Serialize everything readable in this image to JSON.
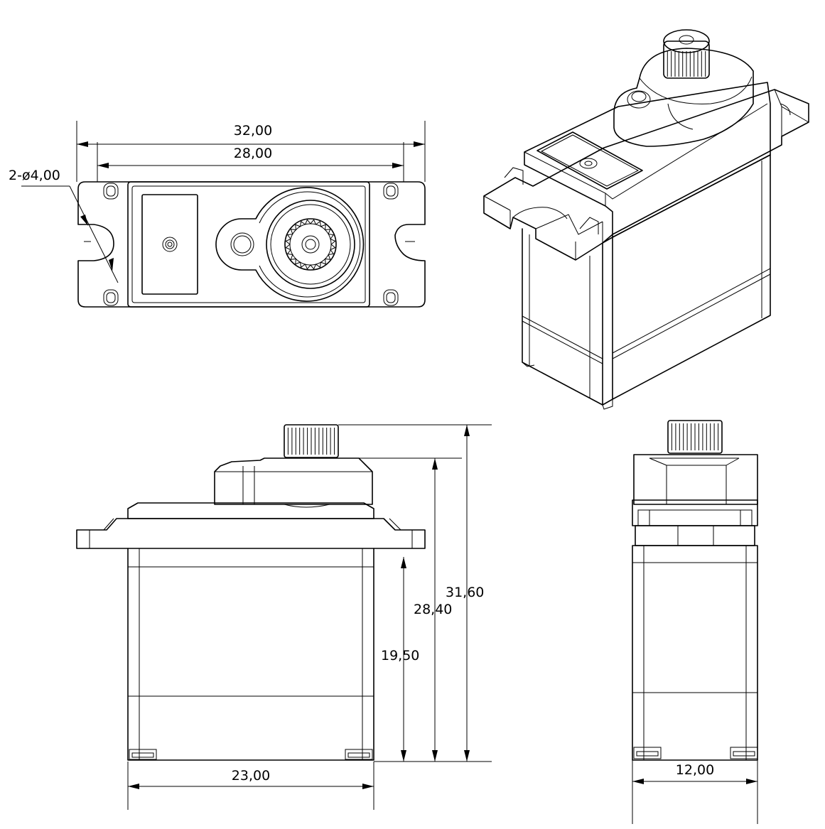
{
  "dimensions": {
    "top_overall_width": "32,00",
    "top_hole_spacing": "28,00",
    "mount_hole_callout": "2-ø4,00",
    "front_overall_height": "31,60",
    "front_case_top_height": "28,40",
    "front_tab_height": "19,50",
    "front_body_width": "23,00",
    "side_body_depth": "12,00"
  }
}
